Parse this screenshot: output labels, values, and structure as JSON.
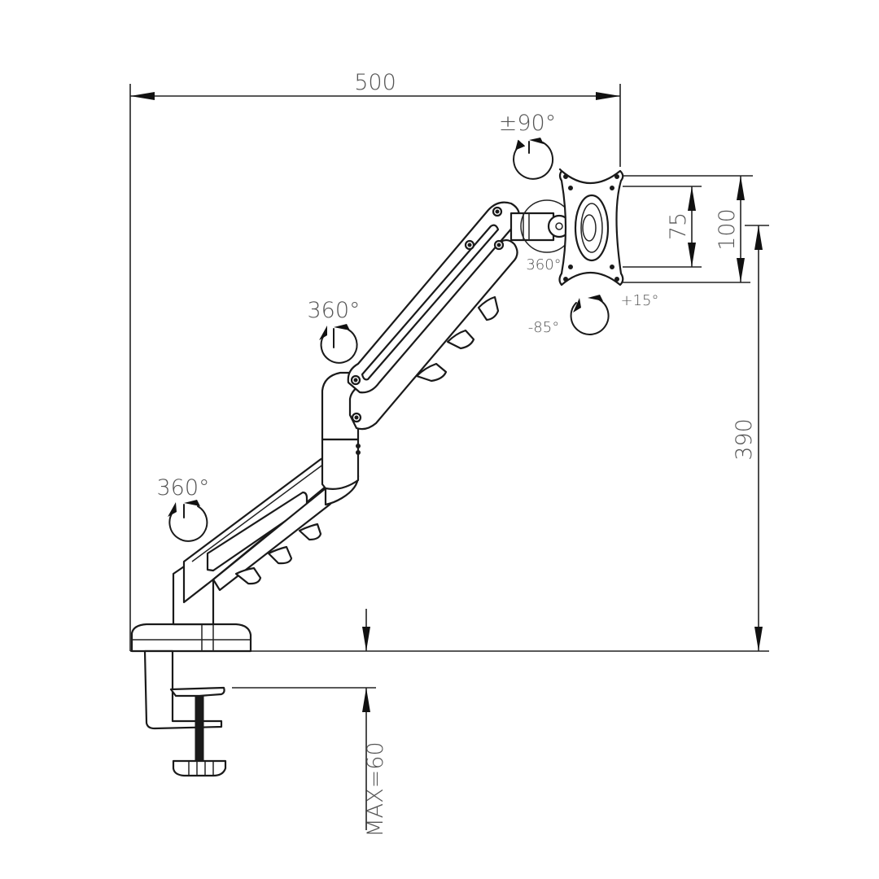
{
  "diagram": {
    "subject": "Gas spring monitor arm with desk clamp",
    "colors": {
      "line": "#1a1a1a",
      "label": "#555555",
      "background": "#ffffff"
    }
  },
  "dimensions": {
    "total_reach": {
      "value": "500",
      "orientation": "horizontal"
    },
    "vesa_small": {
      "value": "75",
      "orientation": "vertical"
    },
    "vesa_large": {
      "value": "100",
      "orientation": "vertical"
    },
    "max_height": {
      "value": "390",
      "orientation": "vertical"
    },
    "clamp_thickness": {
      "value": "MAX=60",
      "orientation": "vertical"
    }
  },
  "rotations": {
    "vesa_rotation": {
      "label": "±90°",
      "icon": "rotation-arrow-icon"
    },
    "head_swivel": {
      "label": "360°",
      "icon": "rotation-arrow-icon"
    },
    "tilt_up": {
      "label": "+15°",
      "icon": "tilt-arrow-icon"
    },
    "tilt_down": {
      "label": "-85°",
      "icon": "tilt-arrow-icon"
    },
    "elbow_swivel": {
      "label": "360°",
      "icon": "rotation-arrow-icon"
    },
    "base_swivel": {
      "label": "360°",
      "icon": "rotation-arrow-icon"
    }
  }
}
